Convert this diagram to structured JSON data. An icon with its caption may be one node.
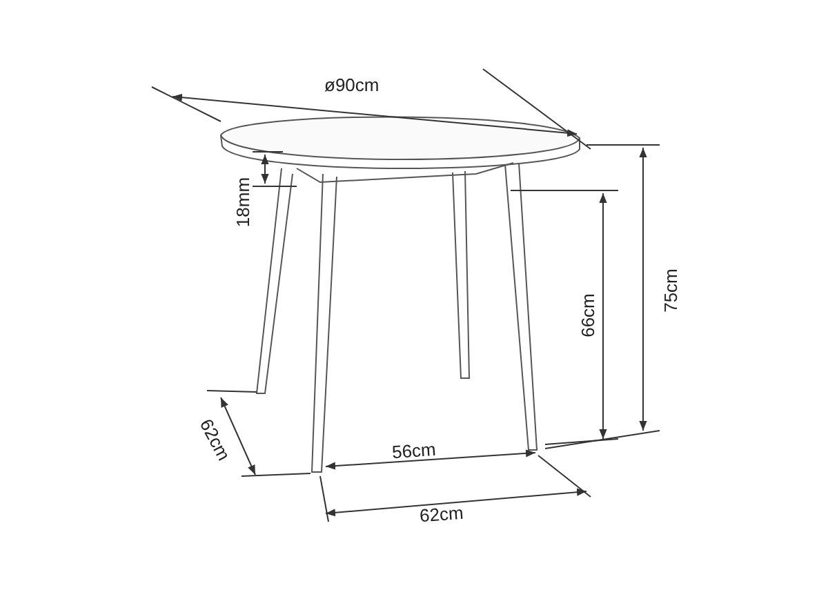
{
  "diagram": {
    "labels": [
      "ø90cm",
      "18mm",
      "75cm",
      "66cm",
      "62cm",
      "56cm",
      "62cm"
    ]
  }
}
